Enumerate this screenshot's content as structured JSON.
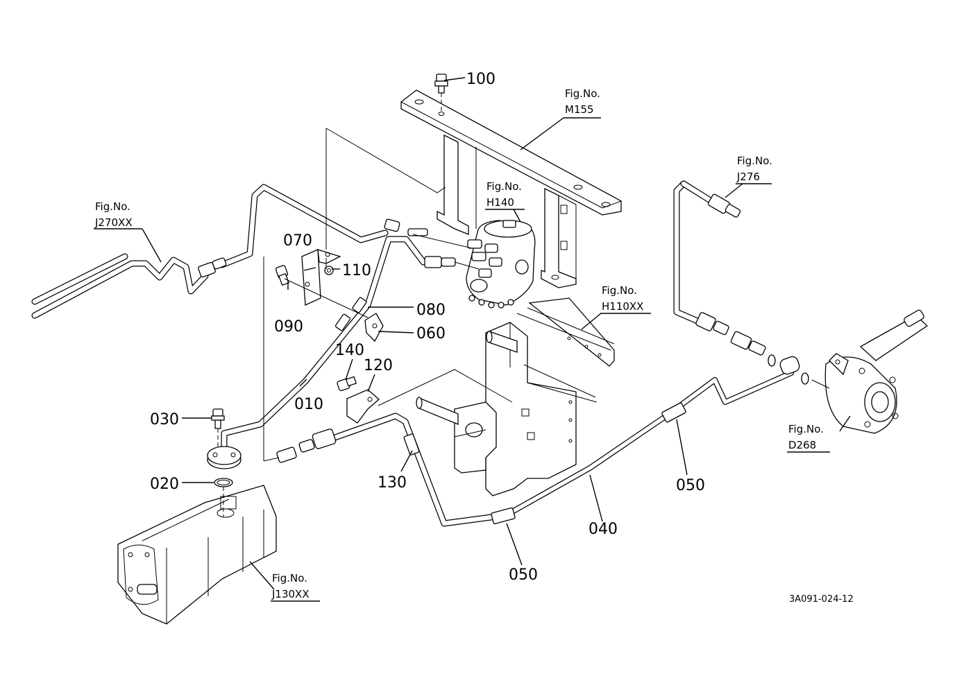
{
  "labels": {
    "p010": "010",
    "p020": "020",
    "p030": "030",
    "p040": "040",
    "p050a": "050",
    "p050b": "050",
    "p060": "060",
    "p070": "070",
    "p080": "080",
    "p090": "090",
    "p100": "100",
    "p110": "110",
    "p120": "120",
    "p130": "130",
    "p140": "140"
  },
  "figrefs": {
    "m155": {
      "top": "Fig.No.",
      "num": "M155"
    },
    "h140": {
      "top": "Fig.No.",
      "num": "H140"
    },
    "j276": {
      "top": "Fig.No.",
      "num": "J276"
    },
    "j270": {
      "top": "Fig.No.",
      "num": "J270XX"
    },
    "h110": {
      "top": "Fig.No.",
      "num": "H110XX"
    },
    "d268": {
      "top": "Fig.No.",
      "num": "D268"
    },
    "j130": {
      "top": "Fig.No.",
      "num": "J130XX"
    }
  },
  "diagram_code": "3A091-024-12"
}
